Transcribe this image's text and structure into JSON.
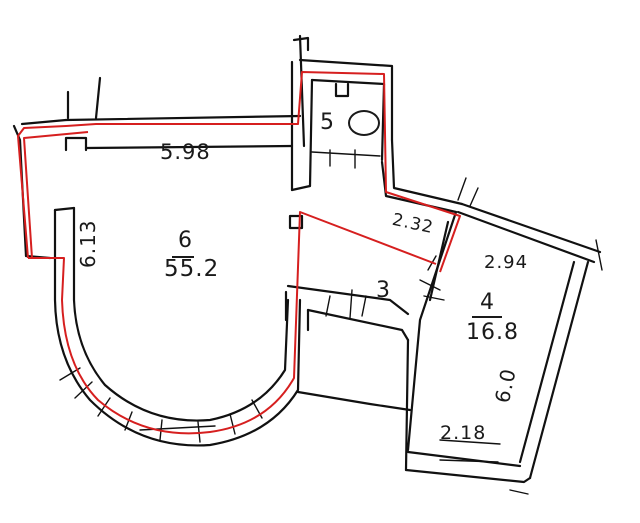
{
  "colors": {
    "wall": "#111111",
    "boundary": "#d61f1f",
    "background": "#ffffff"
  },
  "rooms": [
    {
      "id": "6",
      "number": "6",
      "area": "55.2",
      "dims": [
        "5.98",
        "6.13"
      ]
    },
    {
      "id": "5",
      "number": "5"
    },
    {
      "id": "3",
      "number": "3",
      "dims": [
        "2.32"
      ]
    },
    {
      "id": "4",
      "number": "4",
      "area": "16.8",
      "dims": [
        "2.94",
        "6.0",
        "2.18"
      ]
    }
  ]
}
